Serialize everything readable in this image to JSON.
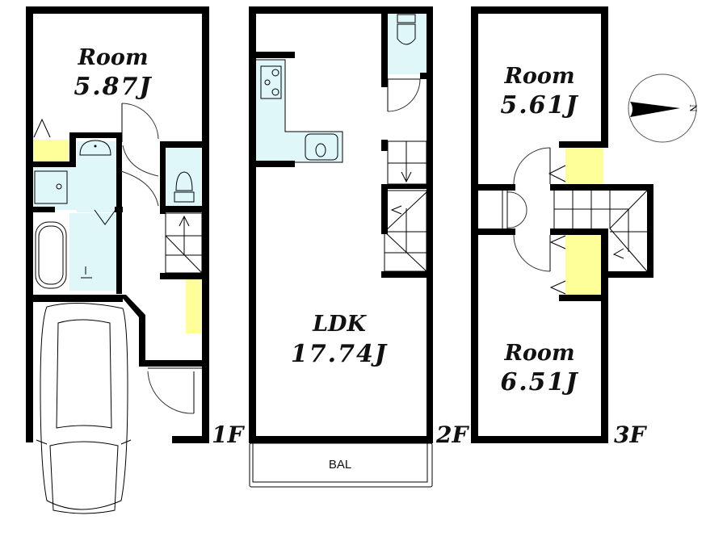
{
  "colors": {
    "wall": "#000000",
    "wet_area": "#e0f7fa",
    "closet": "#ffff99",
    "background": "#ffffff"
  },
  "floors": [
    {
      "label": "1F",
      "rooms": [
        {
          "name": "Room",
          "area": "5.87J"
        }
      ],
      "fixtures": [
        "washbasin",
        "washing-machine",
        "bathtub",
        "toilet",
        "stairs-up",
        "closet",
        "entrance-door",
        "parking-car"
      ]
    },
    {
      "label": "2F",
      "rooms": [
        {
          "name": "LDK",
          "area": "17.74J"
        }
      ],
      "balcony": "BAL",
      "fixtures": [
        "gas-stove",
        "kitchen-sink",
        "toilet",
        "stairs"
      ]
    },
    {
      "label": "3F",
      "rooms": [
        {
          "name": "Room",
          "area": "5.61J"
        },
        {
          "name": "Room",
          "area": "6.51J"
        }
      ],
      "fixtures": [
        "closet",
        "closet",
        "stairs",
        "door",
        "door"
      ]
    }
  ],
  "compass": {
    "label": "N",
    "direction": "east"
  }
}
